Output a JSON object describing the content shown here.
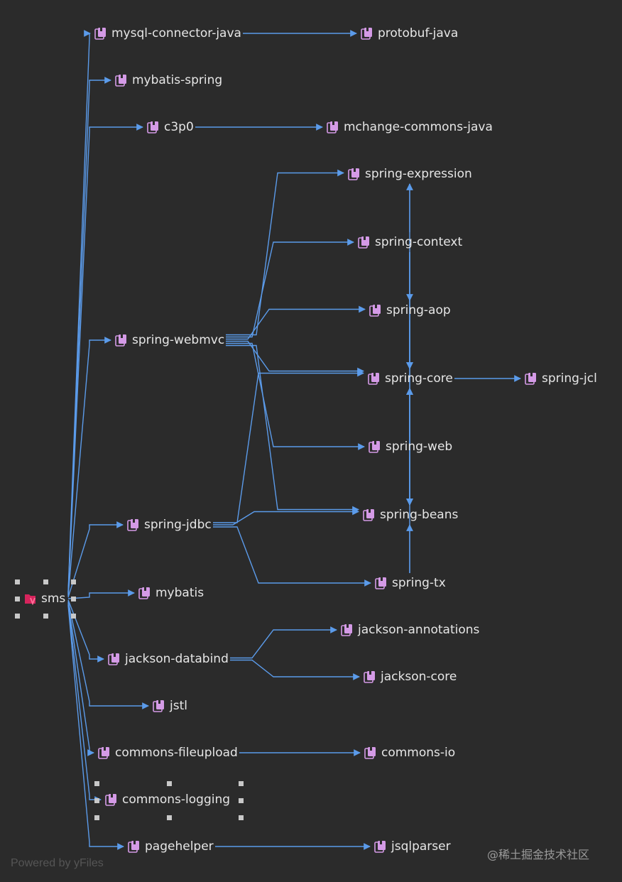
{
  "colors": {
    "background": "#2b2b2b",
    "edge": "#5b9bea",
    "label": "#e6e6e6",
    "module_icon": "#d49ae6",
    "root_icon": "#d6245c",
    "handle": "#c8c8c8"
  },
  "icons": {
    "module": "library-jar-icon",
    "root": "maven-project-icon"
  },
  "nodes": [
    {
      "id": "sms",
      "label": "sms",
      "root": true
    },
    {
      "id": "mysql-connector-java",
      "label": "mysql-connector-java"
    },
    {
      "id": "protobuf-java",
      "label": "protobuf-java"
    },
    {
      "id": "mybatis-spring",
      "label": "mybatis-spring"
    },
    {
      "id": "c3p0",
      "label": "c3p0"
    },
    {
      "id": "mchange-commons-java",
      "label": "mchange-commons-java"
    },
    {
      "id": "spring-expression",
      "label": "spring-expression"
    },
    {
      "id": "spring-context",
      "label": "spring-context"
    },
    {
      "id": "spring-aop",
      "label": "spring-aop"
    },
    {
      "id": "spring-webmvc",
      "label": "spring-webmvc"
    },
    {
      "id": "spring-core",
      "label": "spring-core"
    },
    {
      "id": "spring-jcl",
      "label": "spring-jcl"
    },
    {
      "id": "spring-web",
      "label": "spring-web"
    },
    {
      "id": "spring-jdbc",
      "label": "spring-jdbc"
    },
    {
      "id": "spring-beans",
      "label": "spring-beans"
    },
    {
      "id": "spring-tx",
      "label": "spring-tx"
    },
    {
      "id": "mybatis",
      "label": "mybatis"
    },
    {
      "id": "jackson-annotations",
      "label": "jackson-annotations"
    },
    {
      "id": "jackson-databind",
      "label": "jackson-databind"
    },
    {
      "id": "jackson-core",
      "label": "jackson-core"
    },
    {
      "id": "jstl",
      "label": "jstl"
    },
    {
      "id": "commons-fileupload",
      "label": "commons-fileupload"
    },
    {
      "id": "commons-io",
      "label": "commons-io"
    },
    {
      "id": "commons-logging",
      "label": "commons-logging"
    },
    {
      "id": "pagehelper",
      "label": "pagehelper"
    },
    {
      "id": "jsqlparser",
      "label": "jsqlparser"
    }
  ],
  "edges": [
    [
      "sms",
      "mysql-connector-java"
    ],
    [
      "sms",
      "mybatis-spring"
    ],
    [
      "sms",
      "c3p0"
    ],
    [
      "sms",
      "spring-webmvc"
    ],
    [
      "sms",
      "spring-jdbc"
    ],
    [
      "sms",
      "mybatis"
    ],
    [
      "sms",
      "jackson-databind"
    ],
    [
      "sms",
      "jstl"
    ],
    [
      "sms",
      "commons-fileupload"
    ],
    [
      "sms",
      "commons-logging"
    ],
    [
      "sms",
      "pagehelper"
    ],
    [
      "mysql-connector-java",
      "protobuf-java"
    ],
    [
      "c3p0",
      "mchange-commons-java"
    ],
    [
      "spring-webmvc",
      "spring-expression"
    ],
    [
      "spring-webmvc",
      "spring-context"
    ],
    [
      "spring-webmvc",
      "spring-aop"
    ],
    [
      "spring-webmvc",
      "spring-core"
    ],
    [
      "spring-webmvc",
      "spring-web"
    ],
    [
      "spring-webmvc",
      "spring-beans"
    ],
    [
      "spring-jdbc",
      "spring-core"
    ],
    [
      "spring-jdbc",
      "spring-beans"
    ],
    [
      "spring-jdbc",
      "spring-tx"
    ],
    [
      "spring-context",
      "spring-expression"
    ],
    [
      "spring-context",
      "spring-aop"
    ],
    [
      "spring-context",
      "spring-core"
    ],
    [
      "spring-context",
      "spring-beans"
    ],
    [
      "spring-expression",
      "spring-core"
    ],
    [
      "spring-aop",
      "spring-core"
    ],
    [
      "spring-aop",
      "spring-beans"
    ],
    [
      "spring-core",
      "spring-jcl"
    ],
    [
      "spring-web",
      "spring-core"
    ],
    [
      "spring-web",
      "spring-beans"
    ],
    [
      "spring-beans",
      "spring-core"
    ],
    [
      "spring-tx",
      "spring-core"
    ],
    [
      "spring-tx",
      "spring-beans"
    ],
    [
      "jackson-databind",
      "jackson-annotations"
    ],
    [
      "jackson-databind",
      "jackson-core"
    ],
    [
      "commons-fileupload",
      "commons-io"
    ],
    [
      "pagehelper",
      "jsqlparser"
    ]
  ],
  "footer": "Powered by yFiles",
  "watermark": "@稀土掘金技术社区"
}
